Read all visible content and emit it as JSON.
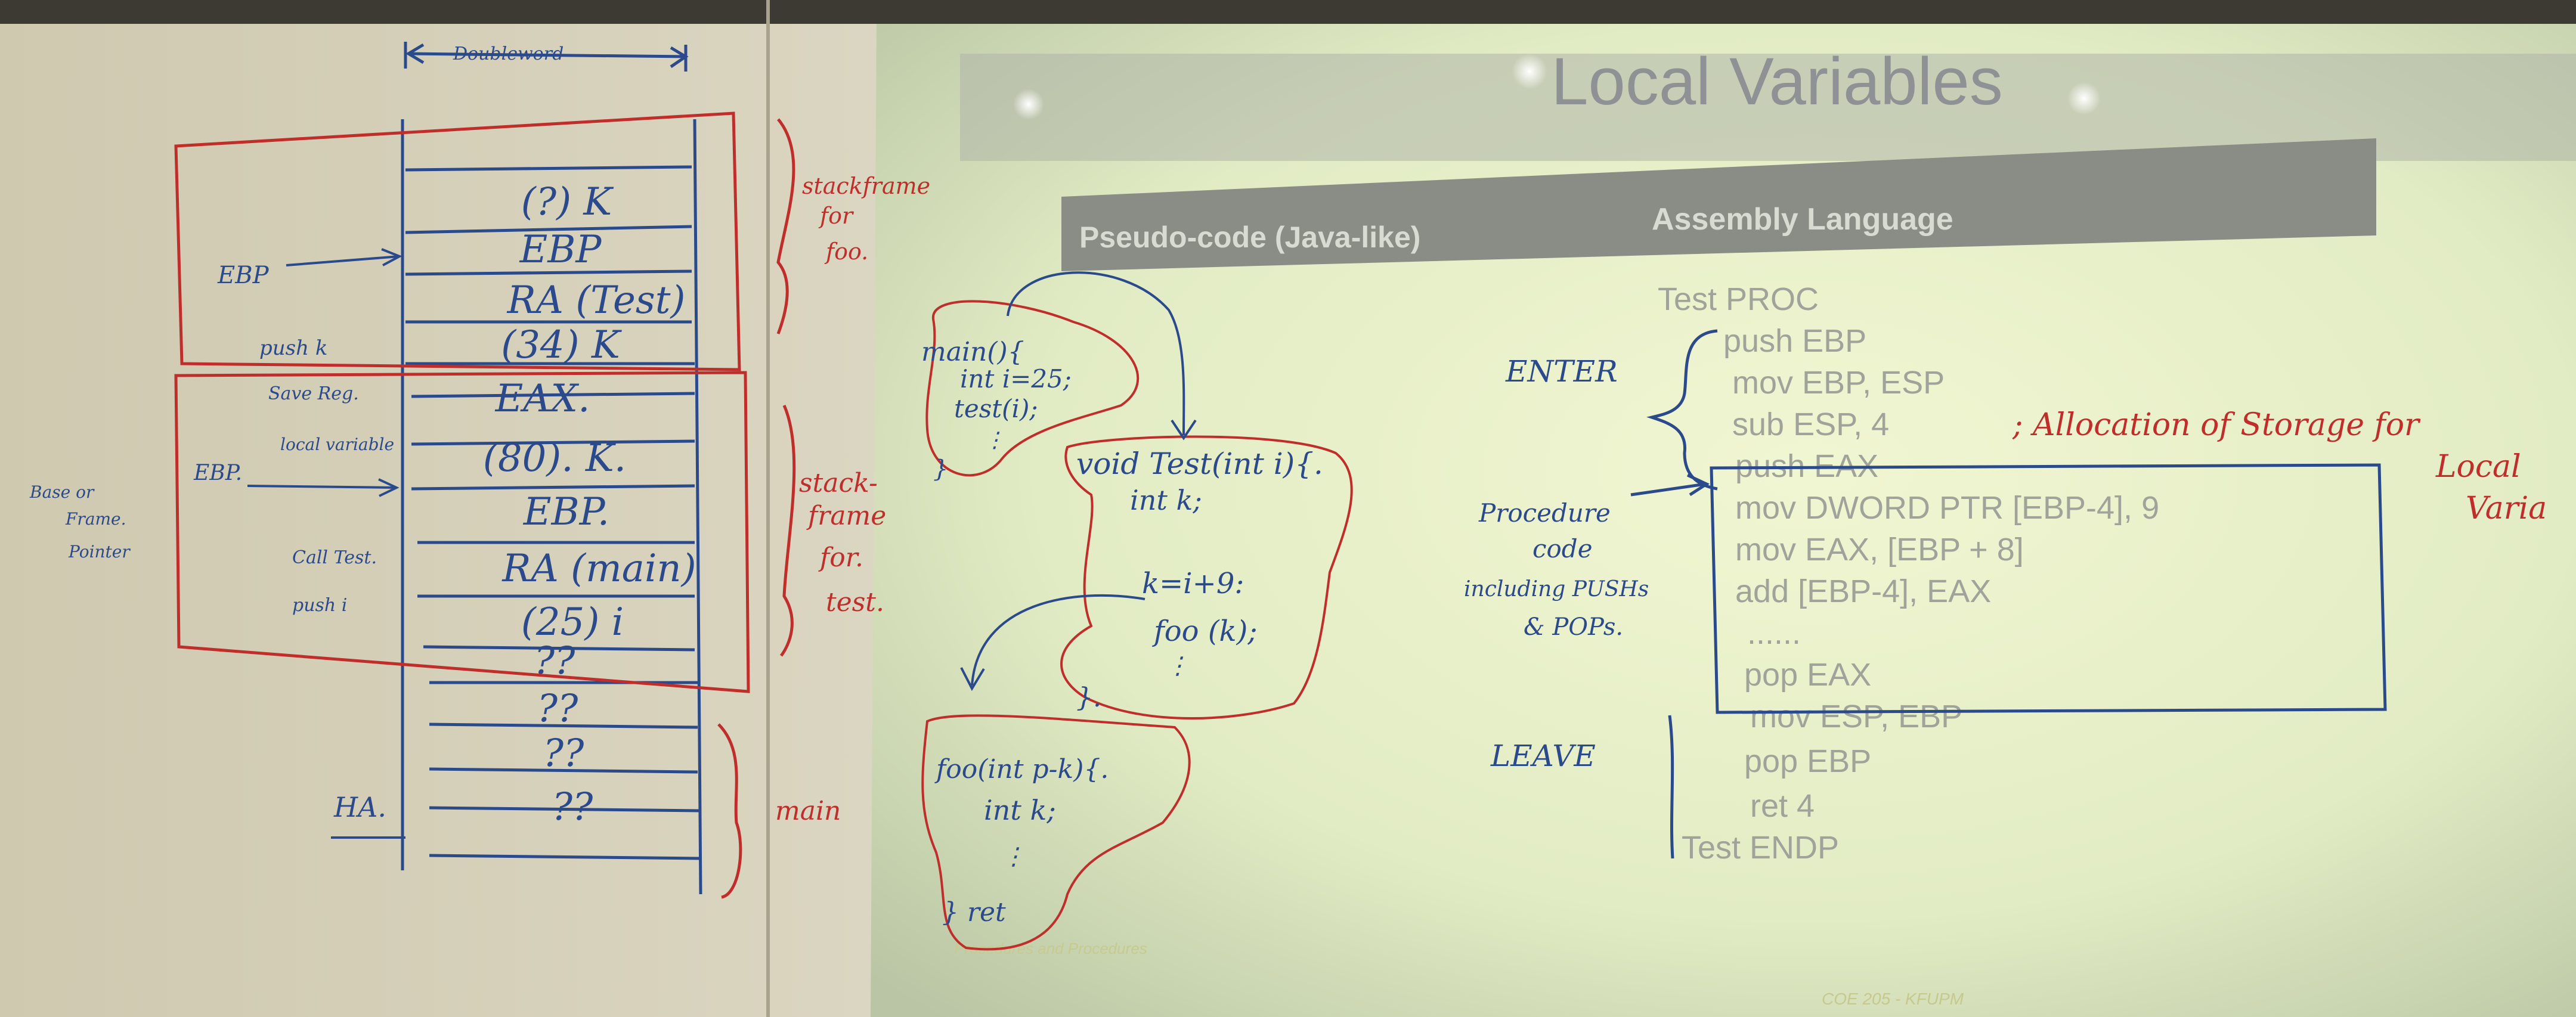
{
  "colors": {
    "whiteboard": "#dcd7c2",
    "projection": "#e8f0c8",
    "slide_header": "#8a8c86",
    "blue_marker": "#2a4f9a",
    "red_marker": "#c8302e",
    "slide_text": "#a8aba2"
  },
  "whiteboard": {
    "header": "Doubleword",
    "stack_cells": [
      "(?) K",
      "EBP",
      "RA (Test)",
      "(34) K",
      "EAX.",
      "(80). K.",
      "EBP.",
      "RA (main)",
      "(25) i",
      "??",
      "??",
      "??",
      "??"
    ],
    "left_labels": [
      "EBP",
      "push k",
      "Save Reg.",
      "EBP.",
      "local variable",
      "Call Test.",
      "push i",
      "HA."
    ],
    "base_frame_label": [
      "Base or",
      "Frame.",
      "Pointer"
    ],
    "brace_labels": {
      "foo": [
        "stackframe",
        "for",
        "foo."
      ],
      "test": [
        "stack-",
        "frame",
        "for.",
        "test."
      ],
      "main": "main"
    },
    "code_main": [
      "main(){",
      "int i=25;",
      "test(i);",
      "⋮",
      "}"
    ],
    "code_test": [
      "void Test(int i){.",
      "int k;",
      "k=i+9:",
      "foo (k);",
      "⋮",
      "}."
    ],
    "code_foo": [
      "foo(int p-k){.",
      "int k;",
      "⋮",
      "} ret"
    ]
  },
  "slide": {
    "title": "Local Variables",
    "col_left": "Pseudo-code (Java-like)",
    "col_right": "Assembly Language",
    "asm_lines": [
      "Test PROC",
      "push EBP",
      "mov EBP, ESP",
      "sub ESP, 4",
      "push EAX",
      "mov DWORD PTR [EBP-4], 9",
      "mov EAX, [EBP + 8]",
      "add [EBP-4], EAX",
      "......",
      "pop EAX",
      "mov ESP, EBP",
      "pop EBP",
      "ret 4",
      "Test ENDP"
    ],
    "footer_left": "Procedures and Procedures",
    "footer_right": "COE 205 - KFUPM"
  },
  "annotations": {
    "enter": "ENTER",
    "leave": "LEAVE",
    "procedure": [
      "Procedure",
      "code",
      "including PUSHs",
      "& POPs."
    ],
    "allocation": [
      "; Allocation of Storage for",
      "Local",
      "Varia"
    ]
  }
}
